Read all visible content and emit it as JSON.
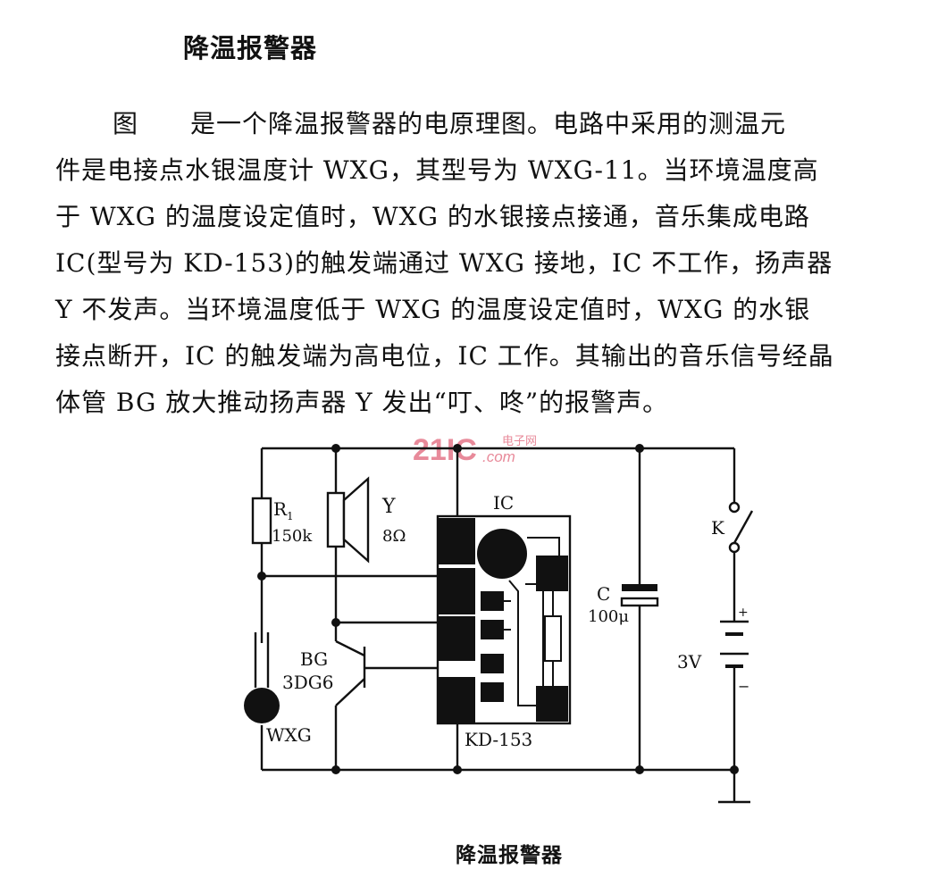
{
  "document": {
    "title": "降温报警器",
    "paragraph_lines": [
      "图　　是一个降温报警器的电原理图。电路中采用的测温元",
      "件是电接点水银温度计 WXG，其型号为 WXG-11。当环境温度高",
      "于 WXG 的温度设定值时，WXG 的水银接点接通，音乐集成电路",
      "IC(型号为 KD-153)的触发端通过 WXG 接地，IC 不工作，扬声器",
      "Y 不发声。当环境温度低于 WXG 的温度设定值时，WXG 的水银",
      "接点断开，IC 的触发端为高电位，IC 工作。其输出的音乐信号经晶",
      "体管 BG 放大推动扬声器 Y 发出“叮、咚”的报警声。"
    ],
    "caption": "降温报警器"
  },
  "diagram": {
    "watermark": "21IC",
    "watermark_sub": "电子网",
    "watermark_com": ".com",
    "watermark_color": "#e88a9a",
    "labels": {
      "r1": "R",
      "r1_sub": "1",
      "r1_value": "150k",
      "speaker": "Y",
      "speaker_value": "8Ω",
      "ic": "IC",
      "ic_model": "KD-153",
      "bg": "BG",
      "bg_model": "3DG6",
      "wxg": "WXG",
      "cap": "C",
      "cap_value": "100μ",
      "switch": "K",
      "battery": "3V",
      "battery_plus": "+",
      "battery_minus": "−"
    }
  }
}
